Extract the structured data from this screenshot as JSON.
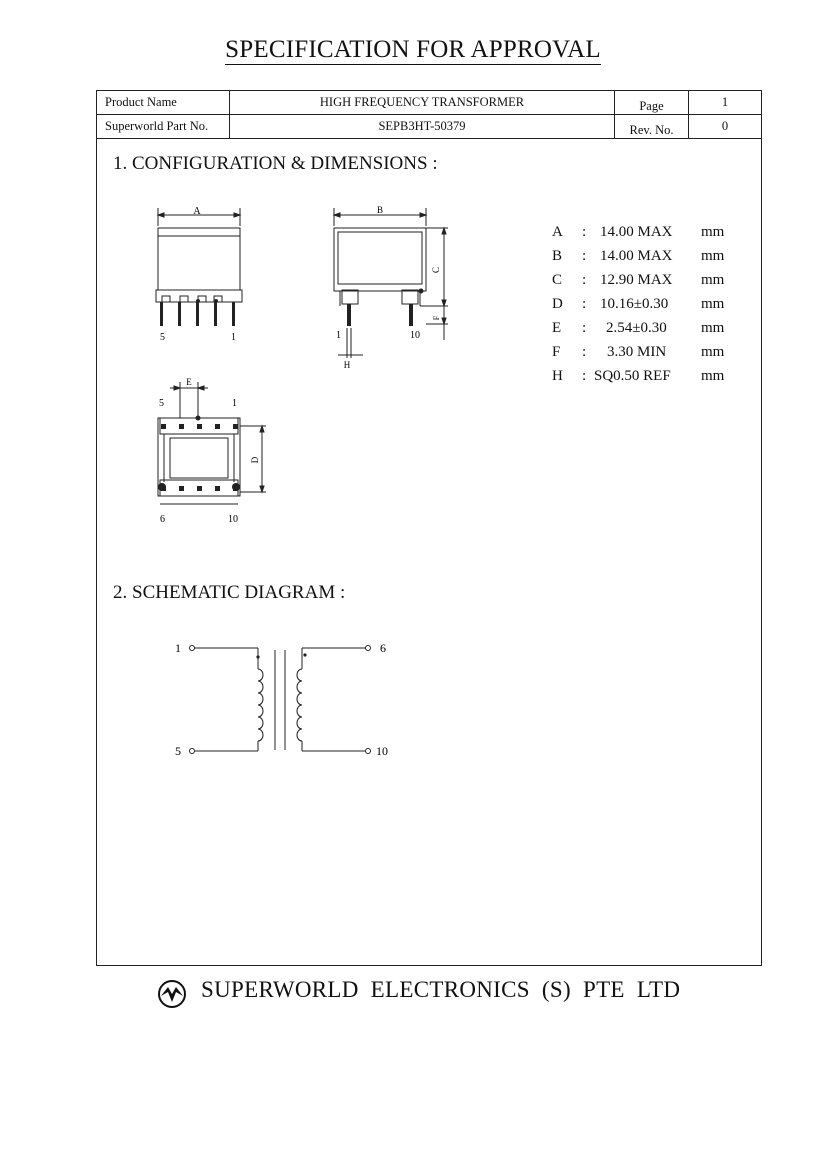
{
  "title": "SPECIFICATION FOR APPROVAL",
  "header": {
    "product_name_label": "Product Name",
    "product_name": "HIGH FREQUENCY TRANSFORMER",
    "page_label": "Page",
    "page": "1",
    "part_no_label": "Superworld Part No.",
    "part_no": "SEPB3HT-50379",
    "rev_label": "Rev. No.",
    "rev": "0"
  },
  "sections": {
    "config": "1. CONFIGURATION & DIMENSIONS :",
    "schematic": "2. SCHEMATIC DIAGRAM :"
  },
  "dimensions": [
    {
      "key": "A",
      "value": "14.00 MAX",
      "unit": "mm"
    },
    {
      "key": "B",
      "value": "14.00 MAX",
      "unit": "mm"
    },
    {
      "key": "C",
      "value": "12.90 MAX",
      "unit": "mm"
    },
    {
      "key": "D",
      "value": "10.16±0.30",
      "unit": "mm"
    },
    {
      "key": "E",
      "value": "2.54±0.30",
      "unit": "mm"
    },
    {
      "key": "F",
      "value": "3.30 MIN",
      "unit": "mm"
    },
    {
      "key": "H",
      "value": "SQ0.50 REF",
      "unit": "mm"
    }
  ],
  "drawing_labels": {
    "front": {
      "dim": "A",
      "pin_left": "5",
      "pin_right": "1"
    },
    "side": {
      "dim_b": "B",
      "dim_c": "C",
      "dim_f": "F",
      "dim_h": "H",
      "pin_left": "1",
      "pin_right": "10"
    },
    "bottom": {
      "dim_e": "E",
      "dim_d": "D",
      "pin_tl": "5",
      "pin_tr": "1",
      "pin_bl": "6",
      "pin_br": "10"
    }
  },
  "schematic_pins": {
    "p1": "1",
    "p5": "5",
    "p6": "6",
    "p10": "10"
  },
  "footer": {
    "company": "SUPERWORLD ELECTRONICS (S) PTE LTD",
    "logo_icon": "superworld-logo-icon"
  }
}
